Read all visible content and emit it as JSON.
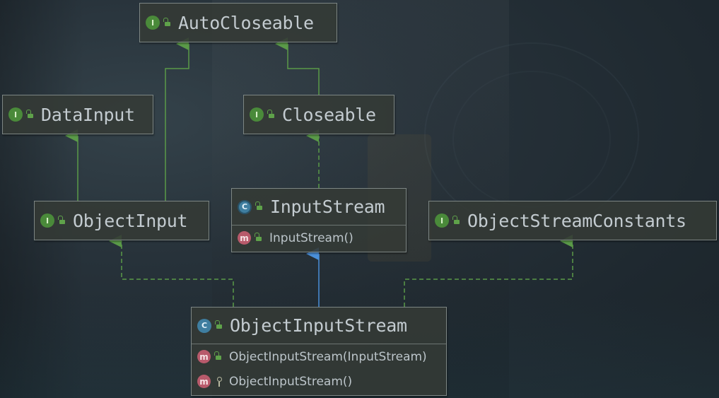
{
  "nodes": {
    "autocloseable": {
      "name": "AutoCloseable",
      "kind": "interface",
      "badge": "I"
    },
    "datainput": {
      "name": "DataInput",
      "kind": "interface",
      "badge": "I"
    },
    "closeable": {
      "name": "Closeable",
      "kind": "interface",
      "badge": "I"
    },
    "objectinput": {
      "name": "ObjectInput",
      "kind": "interface",
      "badge": "I"
    },
    "inputstream": {
      "name": "InputStream",
      "kind": "abstract-class",
      "badge": "C",
      "members": [
        {
          "badge": "m",
          "visibility": "public",
          "signature": "InputStream()"
        }
      ]
    },
    "objectstreamconstants": {
      "name": "ObjectStreamConstants",
      "kind": "interface",
      "badge": "I"
    },
    "objectinputstream": {
      "name": "ObjectInputStream",
      "kind": "class",
      "badge": "C",
      "members": [
        {
          "badge": "m",
          "visibility": "public",
          "signature": "ObjectInputStream(InputStream)"
        },
        {
          "badge": "m",
          "visibility": "protected",
          "signature": "ObjectInputStream()"
        }
      ]
    }
  },
  "edges": [
    {
      "from": "objectinput",
      "to": "autocloseable",
      "type": "interface-extends"
    },
    {
      "from": "closeable",
      "to": "autocloseable",
      "type": "interface-extends"
    },
    {
      "from": "objectinput",
      "to": "datainput",
      "type": "interface-extends"
    },
    {
      "from": "inputstream",
      "to": "closeable",
      "type": "implements"
    },
    {
      "from": "objectinputstream",
      "to": "objectinput",
      "type": "implements"
    },
    {
      "from": "objectinputstream",
      "to": "inputstream",
      "type": "extends"
    },
    {
      "from": "objectinputstream",
      "to": "objectstreamconstants",
      "type": "implements"
    }
  ],
  "colors": {
    "interface_edge": "#5a9a48",
    "implements_edge": "#5a9a48",
    "extends_edge": "#4a8fd8",
    "interface_badge": "#4a8a3a",
    "class_badge": "#3f7ea0",
    "method_badge": "#b85a6b"
  }
}
